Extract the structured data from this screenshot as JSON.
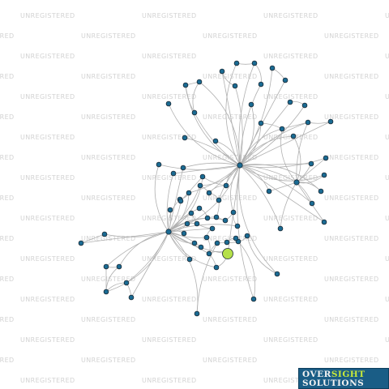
{
  "watermark": {
    "text": "UNREGISTERED"
  },
  "brand": {
    "line1_a": "OVER",
    "line1_b": "SIGHT",
    "line2": "SOLUTIONS",
    "bg_color": "#1a5d86",
    "highlight_color": "#c7e83a"
  },
  "graph": {
    "node_color": "#1a6b93",
    "focus_node_color": "#b5e04a",
    "edge_color": "#b0b0b0"
  }
}
